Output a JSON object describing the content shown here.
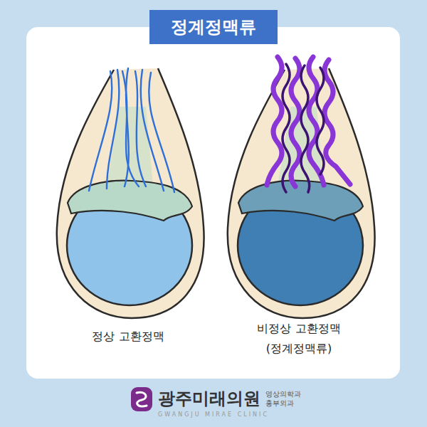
{
  "diagram": {
    "title": "정계정맥류",
    "labels": [
      "정상 고환정맥",
      "비정상 고환정맥 (정계정맥류)",
      "광주미래의원",
      "영상의학과 흉부외과",
      "GWANGJU MIRAE CLINIC"
    ]
  }
}
